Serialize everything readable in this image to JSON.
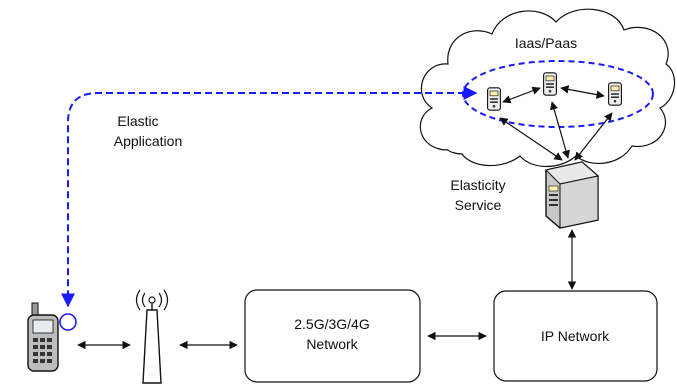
{
  "diagram": {
    "cloud_label": "Iaas/Paas",
    "elastic_app_label_line1": "Elastic",
    "elastic_app_label_line2": "Application",
    "elasticity_service_label_line1": "Elasticity",
    "elasticity_service_label_line2": "Service",
    "network_box_label_line1": "2.5G/3G/4G",
    "network_box_label_line2": "Network",
    "ip_network_label": "IP Network"
  },
  "colors": {
    "dashed_link": "#1a1aff",
    "stroke": "#111111",
    "server_body": "#c8c8c8",
    "server_face": "#fff2b0"
  },
  "icons": {
    "mobile_phone": "mobile-phone-icon",
    "antenna": "antenna-tower-icon",
    "server": "server-icon",
    "cloud": "cloud-shape"
  }
}
